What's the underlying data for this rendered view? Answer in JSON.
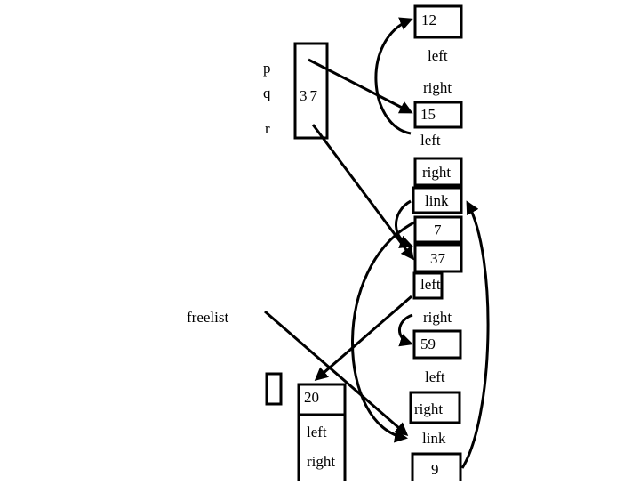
{
  "column": {
    "cells": [
      {
        "id": "c12",
        "text": "12",
        "boxed": true
      },
      {
        "id": "c12-left",
        "text": "left",
        "boxed": false
      },
      {
        "id": "c12-right",
        "text": "right",
        "boxed": false
      },
      {
        "id": "c15",
        "text": "15",
        "boxed": true
      },
      {
        "id": "c15-left",
        "text": "left",
        "boxed": false
      },
      {
        "id": "c15-right",
        "text": "right",
        "boxed": true
      },
      {
        "id": "c15-link",
        "text": "link",
        "boxed": true
      },
      {
        "id": "c7",
        "text": "7",
        "boxed": true
      },
      {
        "id": "c37",
        "text": "37",
        "boxed": true
      },
      {
        "id": "c37-left",
        "text": "left",
        "boxed": true
      },
      {
        "id": "c37-right",
        "text": "right",
        "boxed": false
      },
      {
        "id": "c59",
        "text": "59",
        "boxed": true
      },
      {
        "id": "c59-left",
        "text": "left",
        "boxed": false
      },
      {
        "id": "c59-right",
        "text": "right",
        "boxed": true
      },
      {
        "id": "c59-link",
        "text": "link",
        "boxed": false
      },
      {
        "id": "c9",
        "text": "9",
        "boxed": true
      }
    ]
  },
  "pointers": {
    "p": "p",
    "q": "q",
    "r": "r",
    "q_value": "37"
  },
  "freelist": {
    "label": "freelist"
  },
  "free_node": {
    "key": "20",
    "left": "left",
    "right": "right"
  }
}
